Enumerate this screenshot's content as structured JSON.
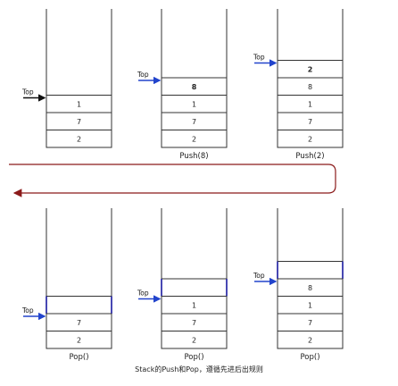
{
  "stacks": [
    {
      "caption": "",
      "top_label": "Top",
      "cells": [
        "1",
        "7",
        "2"
      ],
      "highlight_top": false
    },
    {
      "caption": "Push(8)",
      "top_label": "Top",
      "cells": [
        "8",
        "1",
        "7",
        "2"
      ],
      "highlight_top": false
    },
    {
      "caption": "Push(2)",
      "top_label": "Top",
      "cells": [
        "2",
        "8",
        "1",
        "7",
        "2"
      ],
      "highlight_top": false
    },
    {
      "caption": "Pop()",
      "top_label": "Top",
      "cells": [
        "",
        "7",
        "2"
      ],
      "highlight_top": true
    },
    {
      "caption": "Pop()",
      "top_label": "Top",
      "cells": [
        "",
        "1",
        "7",
        "2"
      ],
      "highlight_top": true
    },
    {
      "caption": "Pop()",
      "top_label": "Top",
      "cells": [
        "",
        "8",
        "1",
        "7",
        "2"
      ],
      "highlight_top": true
    }
  ],
  "bottom_caption": "Stack的Push和Pop，遵循先进后出规则",
  "colors": {
    "arrow_blue": "#2244cc",
    "arrow_black": "#111111",
    "highlight_blue": "#1a1aa0",
    "flow_arrow": "#8b1a1a"
  }
}
